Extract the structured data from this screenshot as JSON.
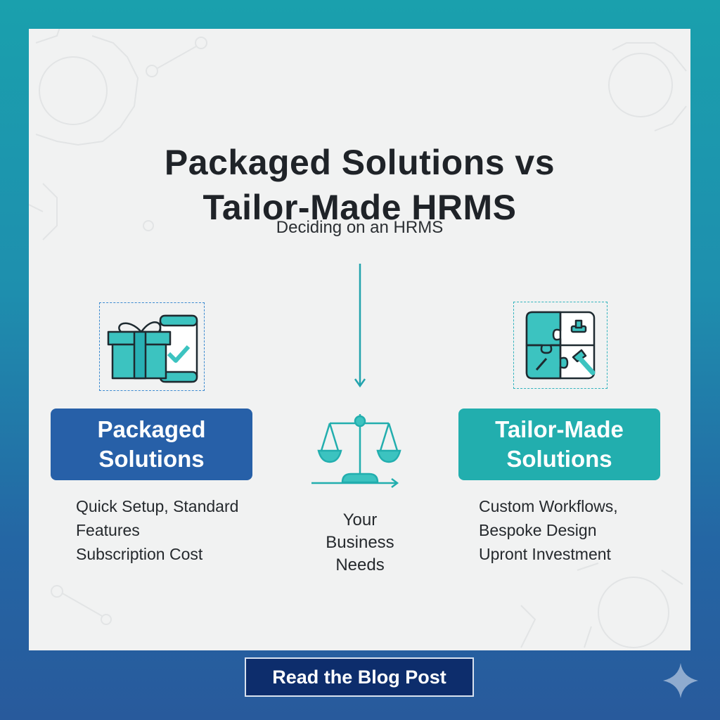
{
  "header": {
    "title_line1": "Packaged Solutions vs",
    "title_line2": "Tailor-Made HRMS",
    "subtitle": "Deciding on an HRMS"
  },
  "left_option": {
    "icon": "gift-box-and-phone-check-icon",
    "label_line1": "Packaged",
    "label_line2": "Solutions",
    "features": [
      "Quick Setup, Standard",
      "Features",
      "Subscription Cost"
    ]
  },
  "center": {
    "icon": "balance-scale-icon",
    "lines": [
      "Your",
      "Business",
      "Needs"
    ]
  },
  "right_option": {
    "icon": "puzzle-with-tools-icon",
    "label_line1": "Tailor-Made",
    "label_line2": "Solutions",
    "features": [
      "Custom Workflows,",
      "Bespoke Design",
      "Upront Investment"
    ]
  },
  "cta": {
    "label": "Read the Blog Post"
  },
  "colors": {
    "teal": "#22aeae",
    "blue": "#2760a8",
    "navy": "#0d2d6c",
    "panel": "#f1f2f2",
    "text": "#1f2328"
  }
}
